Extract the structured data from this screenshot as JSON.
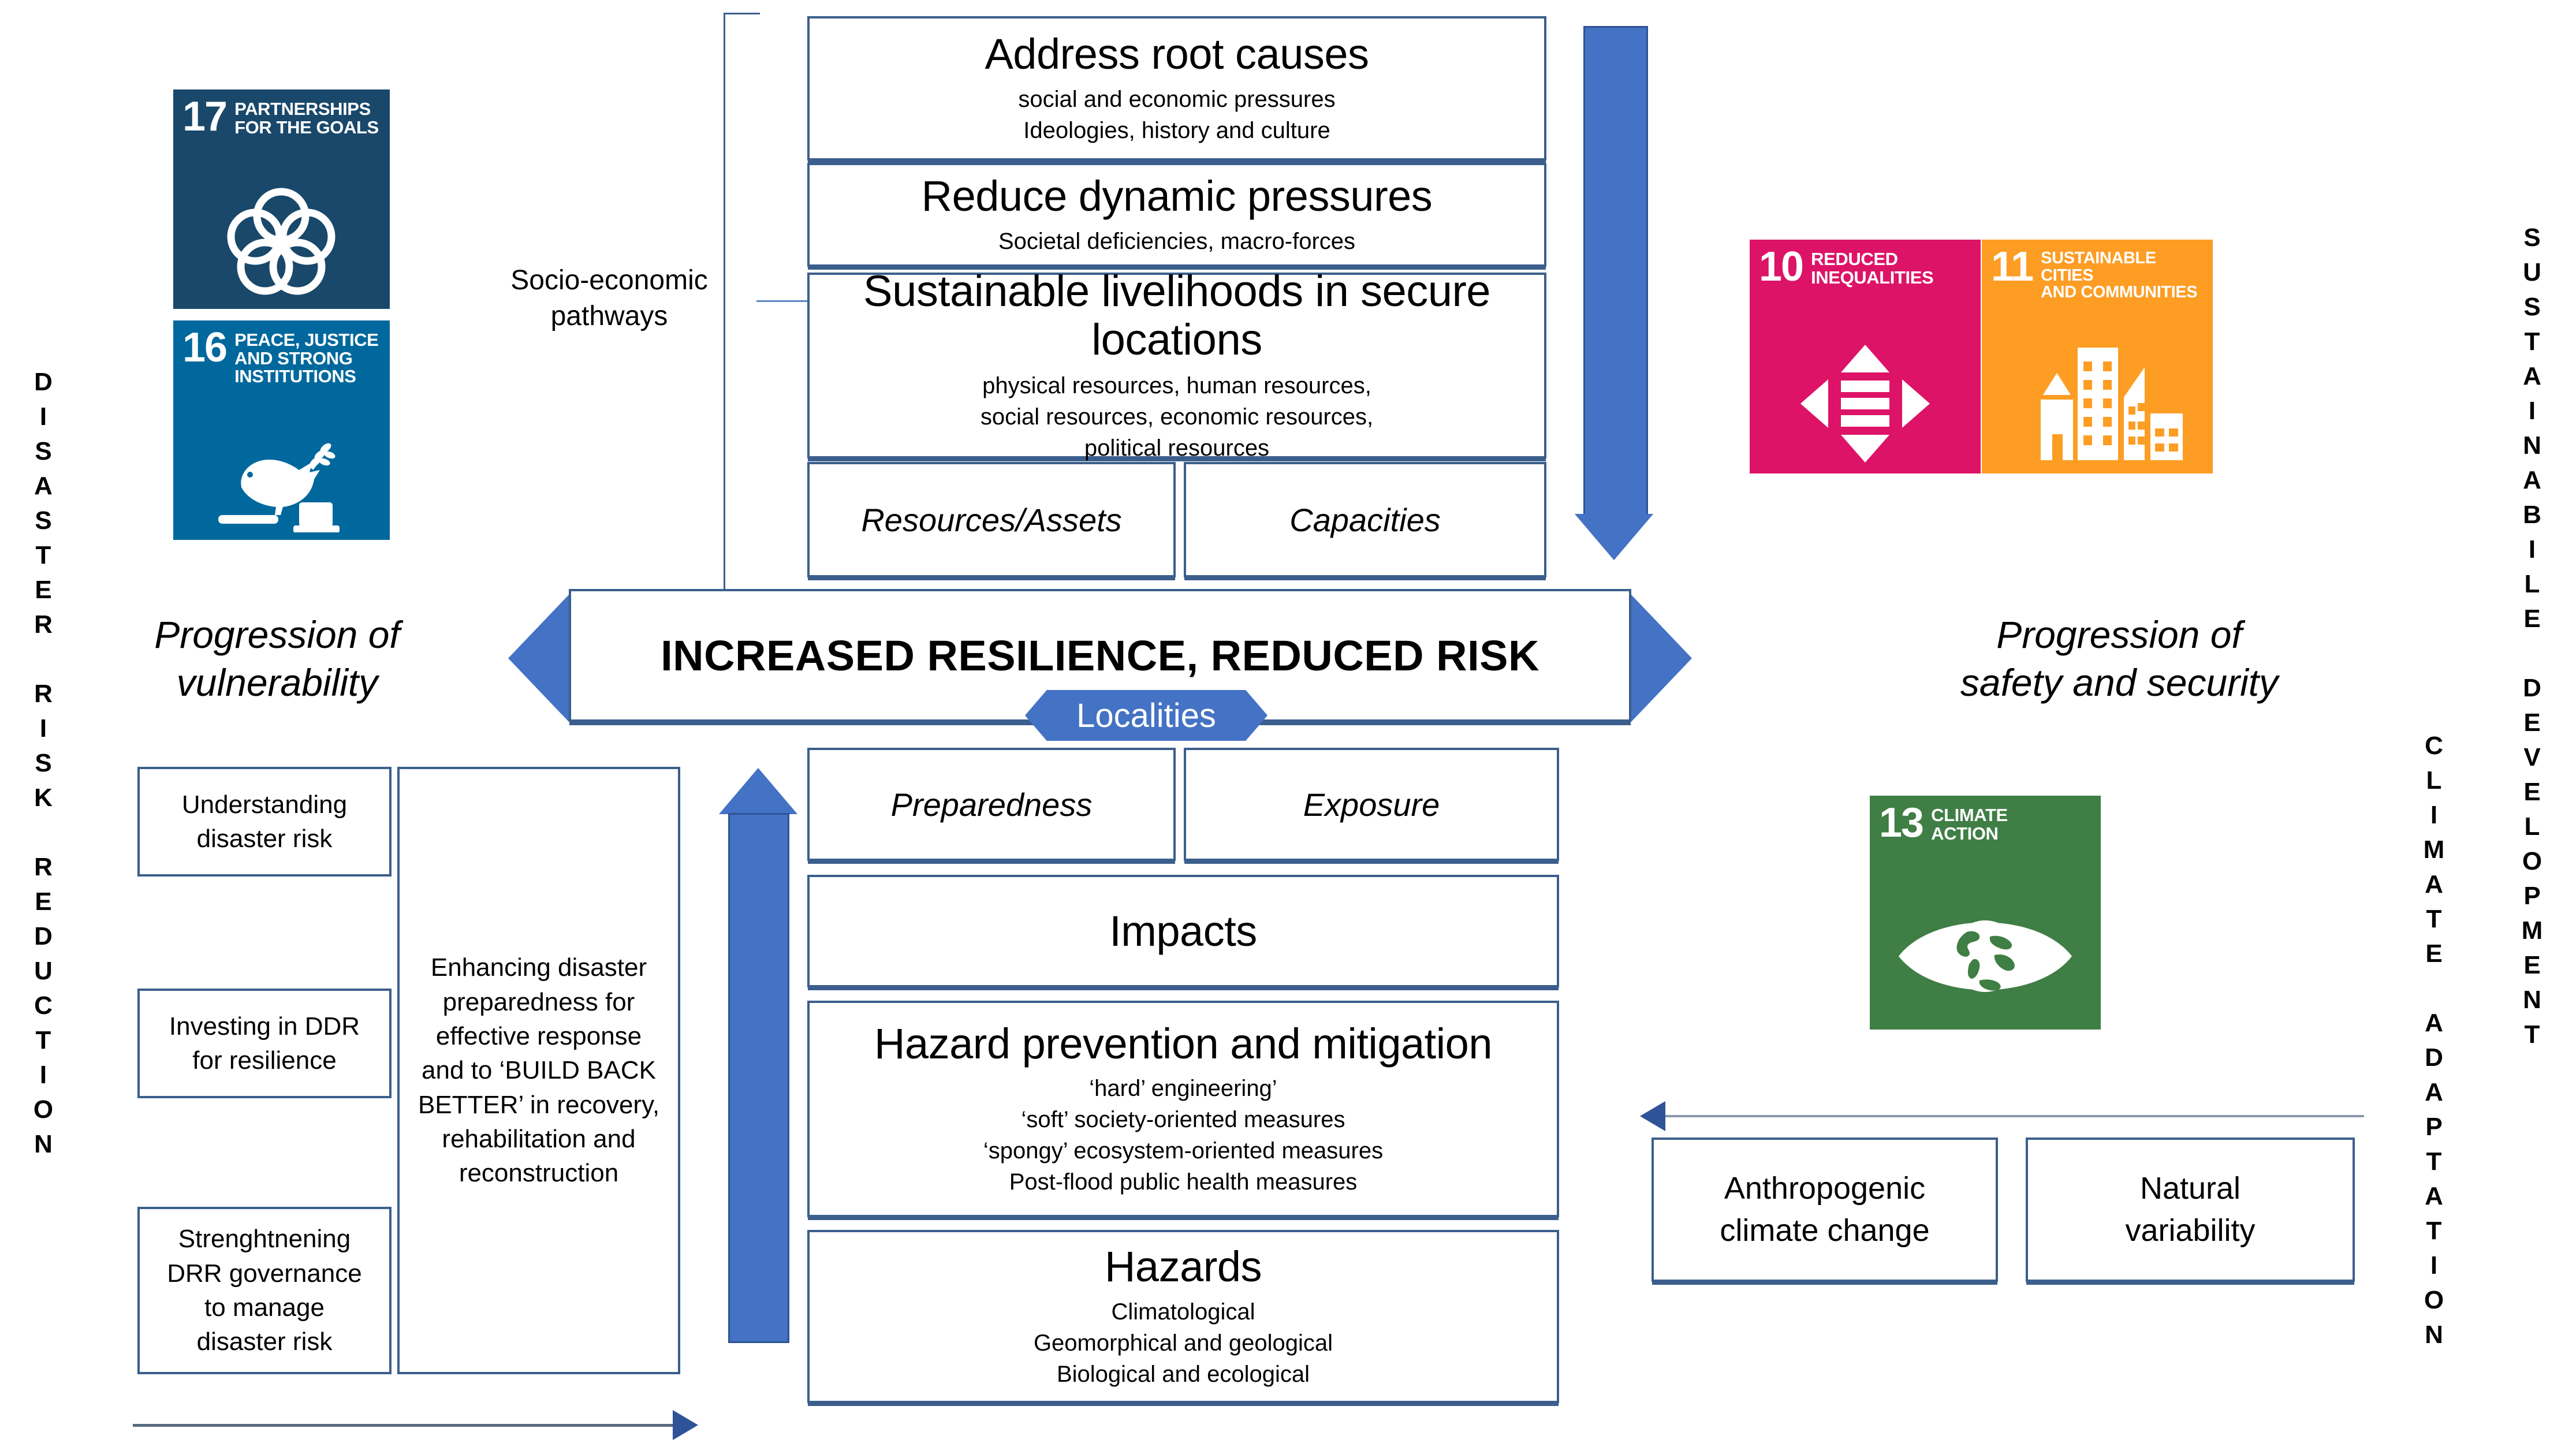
{
  "diagram": {
    "title": "Disaster Risk Reduction / Climate Adaptation resilience framework"
  },
  "side_labels": {
    "left": "DISASTER RISK REDUCTION",
    "left_words": [
      "DISASTER",
      "RISK",
      "REDUCTION"
    ],
    "right_top": "SUSTAINABILE DEVELOPMENT",
    "right_top_words": [
      "SUSTAINABILE",
      "DEVELOPMENT"
    ],
    "right_bottom": "CLIMATE ADAPTATION",
    "right_bottom_words": [
      "CLIMATE",
      "ADAPTATION"
    ]
  },
  "bracket": {
    "label_line1": "Socio-economic",
    "label_line2": "pathways"
  },
  "upper_stack": [
    {
      "title": "Address root causes",
      "sub": [
        "social and economic pressures",
        "Ideologies, history and culture"
      ]
    },
    {
      "title": "Reduce dynamic pressures",
      "sub": [
        "Societal deficiencies, macro-forces"
      ]
    },
    {
      "title": "Sustainable livelihoods in secure locations",
      "sub": [
        "physical resources, human resources,",
        "social resources, economic resources,",
        "political resources"
      ]
    }
  ],
  "upper_pair": [
    {
      "title": "Resources/Assets"
    },
    {
      "title": "Capacities"
    }
  ],
  "banner": {
    "text": "INCREASED RESILIENCE, REDUCED RISK",
    "tab": "Localities",
    "left_label_line1": "Progression of",
    "left_label_line2": "vulnerability",
    "right_label_line1": "Progression of",
    "right_label_line2": "safety and security"
  },
  "lower_pair": [
    {
      "title": "Preparedness"
    },
    {
      "title": "Exposure"
    }
  ],
  "lower_stack": [
    {
      "title": "Impacts",
      "sub": []
    },
    {
      "title": "Hazard prevention and mitigation",
      "sub": [
        "‘hard’ engineering’",
        "‘soft’ society-oriented measures",
        "‘spongy’ ecosystem-oriented measures",
        "Post-flood public health measures"
      ]
    },
    {
      "title": "Hazards",
      "sub": [
        "Climatological",
        "Geomorphical and geological",
        "Biological and ecological"
      ]
    }
  ],
  "drr_boxes": [
    {
      "lines": [
        "Understanding",
        "disaster risk"
      ]
    },
    {
      "lines": [
        "Investing in DDR",
        "for resilience"
      ]
    },
    {
      "lines": [
        "Strenghtnening",
        "DRR governance",
        "to manage",
        "disaster risk"
      ]
    }
  ],
  "drr_tall_box": {
    "lines": [
      "Enhancing disaster",
      "preparedness for",
      "effective response",
      "and to ‘BUILD BACK",
      "BETTER’ in recovery,",
      "rehabilitation and",
      "reconstruction"
    ]
  },
  "climate_boxes": [
    {
      "lines": [
        "Anthropogenic",
        "climate change"
      ]
    },
    {
      "lines": [
        "Natural",
        "variability"
      ]
    }
  ],
  "sdg_icons": [
    {
      "number": "17",
      "label_lines": [
        "PARTNERSHIPS",
        "FOR THE GOALS"
      ],
      "color": "#19486A",
      "art": "partnership-rings"
    },
    {
      "number": "16",
      "label_lines": [
        "PEACE, JUSTICE",
        "AND STRONG",
        "INSTITUTIONS"
      ],
      "color": "#00689D",
      "art": "dove-gavel"
    },
    {
      "number": "10",
      "label_lines": [
        "REDUCED",
        "INEQUALITIES"
      ],
      "color": "#DD1367",
      "art": "equality-arrows"
    },
    {
      "number": "11",
      "label_lines": [
        "SUSTAINABLE CITIES",
        "AND COMMUNITIES"
      ],
      "color": "#FD9D24",
      "art": "cityscape"
    },
    {
      "number": "13",
      "label_lines": [
        "CLIMATE",
        "ACTION"
      ],
      "color": "#3F7E44",
      "art": "eye-globe"
    }
  ],
  "colors": {
    "box_border": "#3B5E8C",
    "arrow_blue": "#4472C4",
    "arrow_blue_dark": "#2E5396",
    "thin_line": "#5A6B80"
  }
}
